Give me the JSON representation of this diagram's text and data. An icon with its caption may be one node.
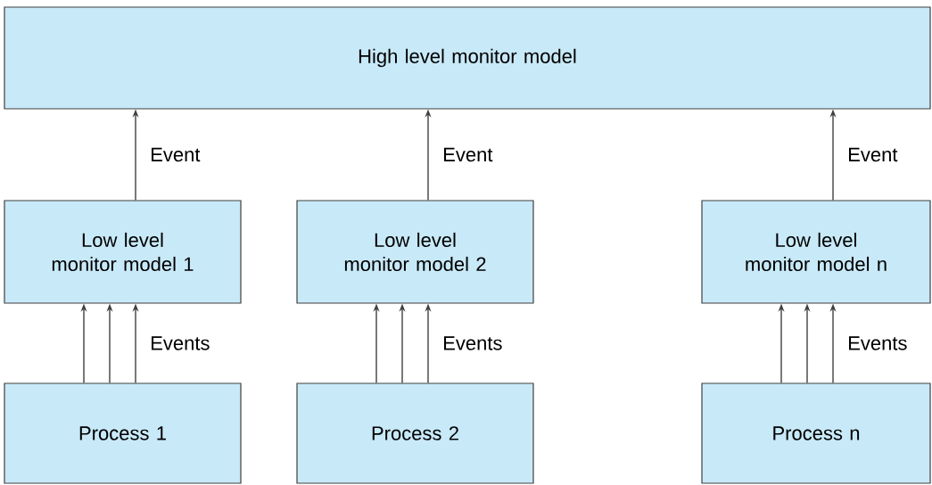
{
  "diagram": {
    "nodes": [
      {
        "text": [
          "High level monitor model"
        ]
      },
      {
        "text": [
          "Low level monitor model 1"
        ]
      },
      {
        "text": [
          "Low level monitor model 2"
        ]
      },
      {
        "text": [
          "Low level monitor model n"
        ]
      },
      {
        "text": [
          "Process 1"
        ]
      },
      {
        "text": [
          "Process 2"
        ]
      },
      {
        "text": [
          "Process n"
        ]
      }
    ],
    "edges": [
      {
        "from": 1,
        "to": 0,
        "arrow": "to",
        "label": "Event"
      },
      {
        "from": 2,
        "to": 0,
        "arrow": "to",
        "label": "Event"
      },
      {
        "from": 3,
        "to": 0,
        "arrow": "to",
        "label": "Event"
      },
      {
        "from": 4,
        "to": 1,
        "arrow": "to"
      },
      {
        "from": 4,
        "to": 1,
        "arrow": "to"
      },
      {
        "from": 4,
        "to": 1,
        "arrow": "to",
        "label": "Events"
      },
      {
        "from": 5,
        "to": 2,
        "arrow": "to"
      },
      {
        "from": 5,
        "to": 2,
        "arrow": "to"
      },
      {
        "from": 5,
        "to": 2,
        "arrow": "to",
        "label": "Events"
      },
      {
        "from": 6,
        "to": 3,
        "arrow": "to"
      },
      {
        "from": 6,
        "to": 3,
        "arrow": "to"
      },
      {
        "from": 6,
        "to": 3,
        "arrow": "to",
        "label": "Events"
      }
    ]
  }
}
